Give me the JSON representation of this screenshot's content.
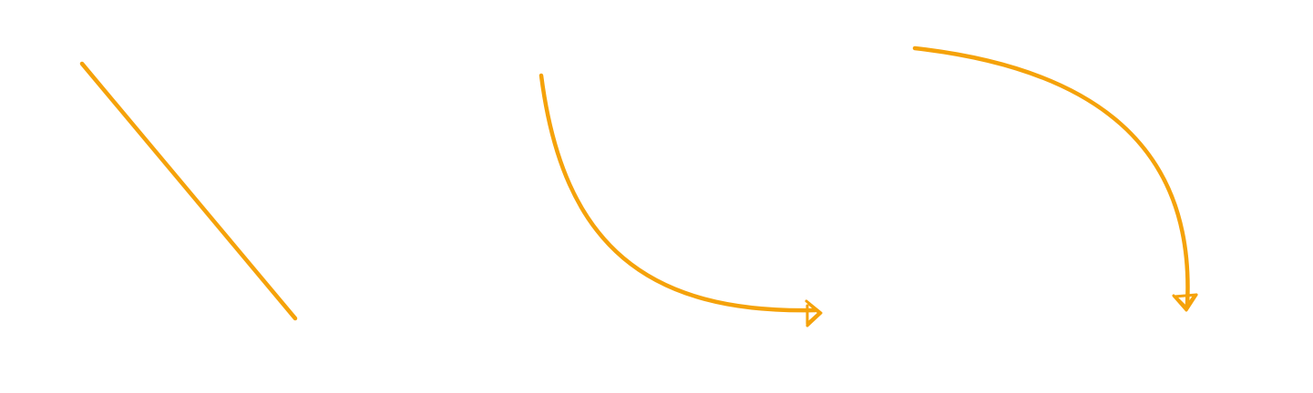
{
  "canvas": {
    "background": "#ffffff",
    "stroke_color": "#f5a20a"
  },
  "shapes": [
    {
      "kind": "line",
      "arrowhead": false
    },
    {
      "kind": "curved-arrow",
      "arrowhead": true,
      "arrow_direction": "right"
    },
    {
      "kind": "curved-arrow",
      "arrowhead": true,
      "arrow_direction": "down"
    }
  ]
}
